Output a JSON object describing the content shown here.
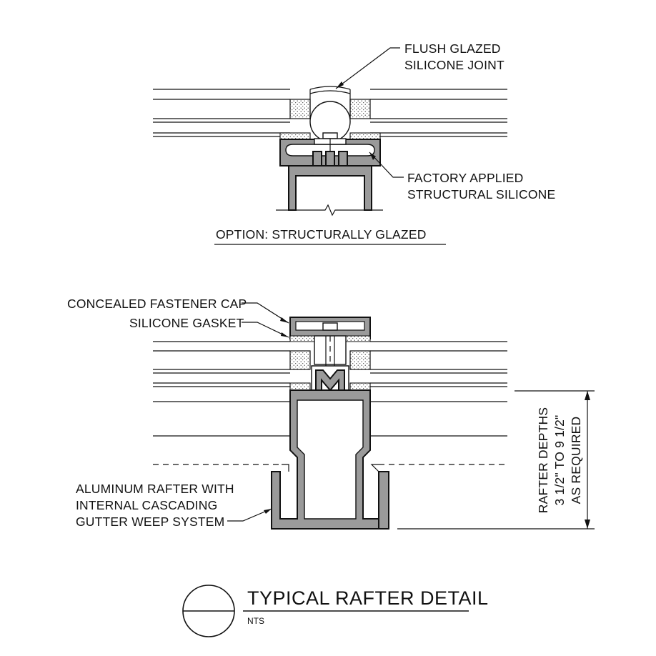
{
  "labels": {
    "flush_glazed_line1": "FLUSH GLAZED",
    "flush_glazed_line2": "SILICONE JOINT",
    "factory_line1": "FACTORY APPLIED",
    "factory_line2": "STRUCTURAL SILICONE",
    "option_caption": "OPTION: STRUCTURALLY GLAZED",
    "cap": "CONCEALED FASTENER CAP",
    "gasket": "SILICONE GASKET",
    "rafter_line1": "ALUMINUM RAFTER WITH",
    "rafter_line2": "INTERNAL CASCADING",
    "rafter_line3": "GUTTER WEEP SYSTEM",
    "depth_line1": "RAFTER DEPTHS",
    "depth_line2": "3 1/2\" TO 9 1/2\"",
    "depth_line3": "AS REQUIRED"
  },
  "title": {
    "main": "TYPICAL RAFTER DETAIL",
    "scale": "NTS"
  },
  "colors": {
    "line": "#111111",
    "member_fill": "#9a9a9a",
    "background": "#ffffff"
  }
}
